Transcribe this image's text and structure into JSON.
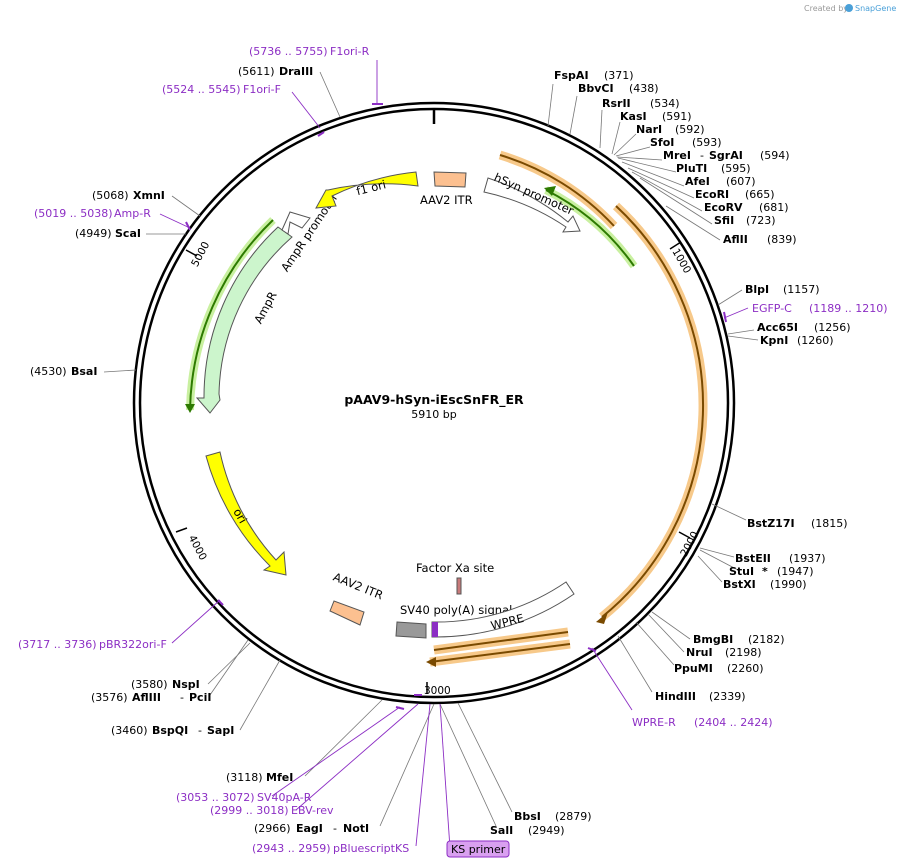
{
  "brand": {
    "created_by": "Created by",
    "app": "SnapGene"
  },
  "plasmid": {
    "name": "pAAV9-hSyn-iEscSnFR_ER",
    "size": "5910 bp"
  },
  "colors": {
    "primer": "#8c2ec4",
    "cds_green_fill": "#ccf5cc",
    "ori_yellow": "#ffff00",
    "itr_orange": "#fcc090",
    "polya_gray": "#999999",
    "highlight_orange": "#f7c98a"
  },
  "features": {
    "f1_ori": "f1 ori",
    "aav2_itr_top": "AAV2 ITR",
    "hsyn": "hSyn promoter",
    "ampr_promoter": "AmpR promoter",
    "ampr": "AmpR",
    "ori": "ori",
    "aav2_itr_bottom": "AAV2 ITR",
    "factor_xa": "Factor Xa site",
    "sv40": "SV40 poly(A) signal",
    "wpre": "WPRE"
  },
  "ticks": {
    "t1000": "1000",
    "t2000": "2000",
    "t3000": "3000",
    "t4000": "4000",
    "t5000": "5000"
  },
  "enzymes": {
    "fspai": {
      "name": "FspAI",
      "pos": "(371)"
    },
    "bbvci": {
      "name": "BbvCI",
      "pos": "(438)"
    },
    "rsrii": {
      "name": "RsrII",
      "pos": "(534)"
    },
    "kasi": {
      "name": "KasI",
      "pos": "(591)"
    },
    "nari": {
      "name": "NarI",
      "pos": "(592)"
    },
    "sfoi": {
      "name": "SfoI",
      "pos": "(593)"
    },
    "mrei": {
      "name": "MreI",
      "sep": "-",
      "name2": "SgrAI",
      "pos": "(594)"
    },
    "pluti": {
      "name": "PluTI",
      "pos": "(595)"
    },
    "afei": {
      "name": "AfeI",
      "pos": "(607)"
    },
    "ecori": {
      "name": "EcoRI",
      "pos": "(665)"
    },
    "ecorv": {
      "name": "EcoRV",
      "pos": "(681)"
    },
    "sfii": {
      "name": "SfiI",
      "pos": "(723)"
    },
    "aflii": {
      "name": "AflII",
      "pos": "(839)"
    },
    "blpi": {
      "name": "BlpI",
      "pos": "(1157)"
    },
    "acc65i": {
      "name": "Acc65I",
      "pos": "(1256)"
    },
    "kpni": {
      "name": "KpnI",
      "pos": "(1260)"
    },
    "bstz17i": {
      "name": "BstZ17I",
      "pos": "(1815)"
    },
    "bsteii": {
      "name": "BstEII",
      "pos": "(1937)"
    },
    "stui": {
      "name": "StuI",
      "mark": "*",
      "pos": "(1947)"
    },
    "bstxi": {
      "name": "BstXI",
      "pos": "(1990)"
    },
    "bmgbi": {
      "name": "BmgBI",
      "pos": "(2182)"
    },
    "nrui": {
      "name": "NruI",
      "pos": "(2198)"
    },
    "ppumi": {
      "name": "PpuMI",
      "pos": "(2260)"
    },
    "hindiii": {
      "name": "HindIII",
      "pos": "(2339)"
    },
    "bbsi": {
      "name": "BbsI",
      "pos": "(2879)"
    },
    "sali": {
      "name": "SalI",
      "pos": "(2949)"
    },
    "eagi": {
      "pos": "(2966)",
      "name": "EagI",
      "sep": "-",
      "name2": "NotI"
    },
    "mfei": {
      "pos": "(3118)",
      "name": "MfeI"
    },
    "bspqi": {
      "pos": "(3460)",
      "name": "BspQI",
      "sep": "-",
      "name2": "SapI"
    },
    "nspi": {
      "pos": "(3580)",
      "name": "NspI"
    },
    "afliii": {
      "pos": "(3576)",
      "name": "AflIII",
      "sep": "-",
      "name2": "PciI"
    },
    "bsai": {
      "pos": "(4530)",
      "name": "BsaI"
    },
    "xmni": {
      "pos": "(5068)",
      "name": "XmnI"
    },
    "scai": {
      "pos": "(4949)",
      "name": "ScaI"
    },
    "draiii": {
      "pos": "(5611)",
      "name": "DraIII"
    }
  },
  "primers": {
    "f1ori_r": {
      "range": "(5736 .. 5755)",
      "name": "F1ori-R"
    },
    "f1ori_f": {
      "range": "(5524 .. 5545)",
      "name": "F1ori-F"
    },
    "amp_r": {
      "range": "(5019 .. 5038)",
      "name": "Amp-R"
    },
    "egfp_c": {
      "name": "EGFP-C",
      "range": "(1189 .. 1210)"
    },
    "wpre_r": {
      "name": "WPRE-R",
      "range": "(2404 .. 2424)"
    },
    "pbr322ori_f": {
      "range": "(3717 .. 3736)",
      "name": "pBR322ori-F"
    },
    "sv40pa_r": {
      "range": "(3053 .. 3072)",
      "name": "SV40pA-R"
    },
    "ebv_rev": {
      "range": "(2999 .. 3018)",
      "name": "EBV-rev"
    },
    "pbluescriptks": {
      "range": "(2943 .. 2959)",
      "name": "pBluescriptKS"
    },
    "ks_primer": {
      "name": "KS primer"
    }
  }
}
